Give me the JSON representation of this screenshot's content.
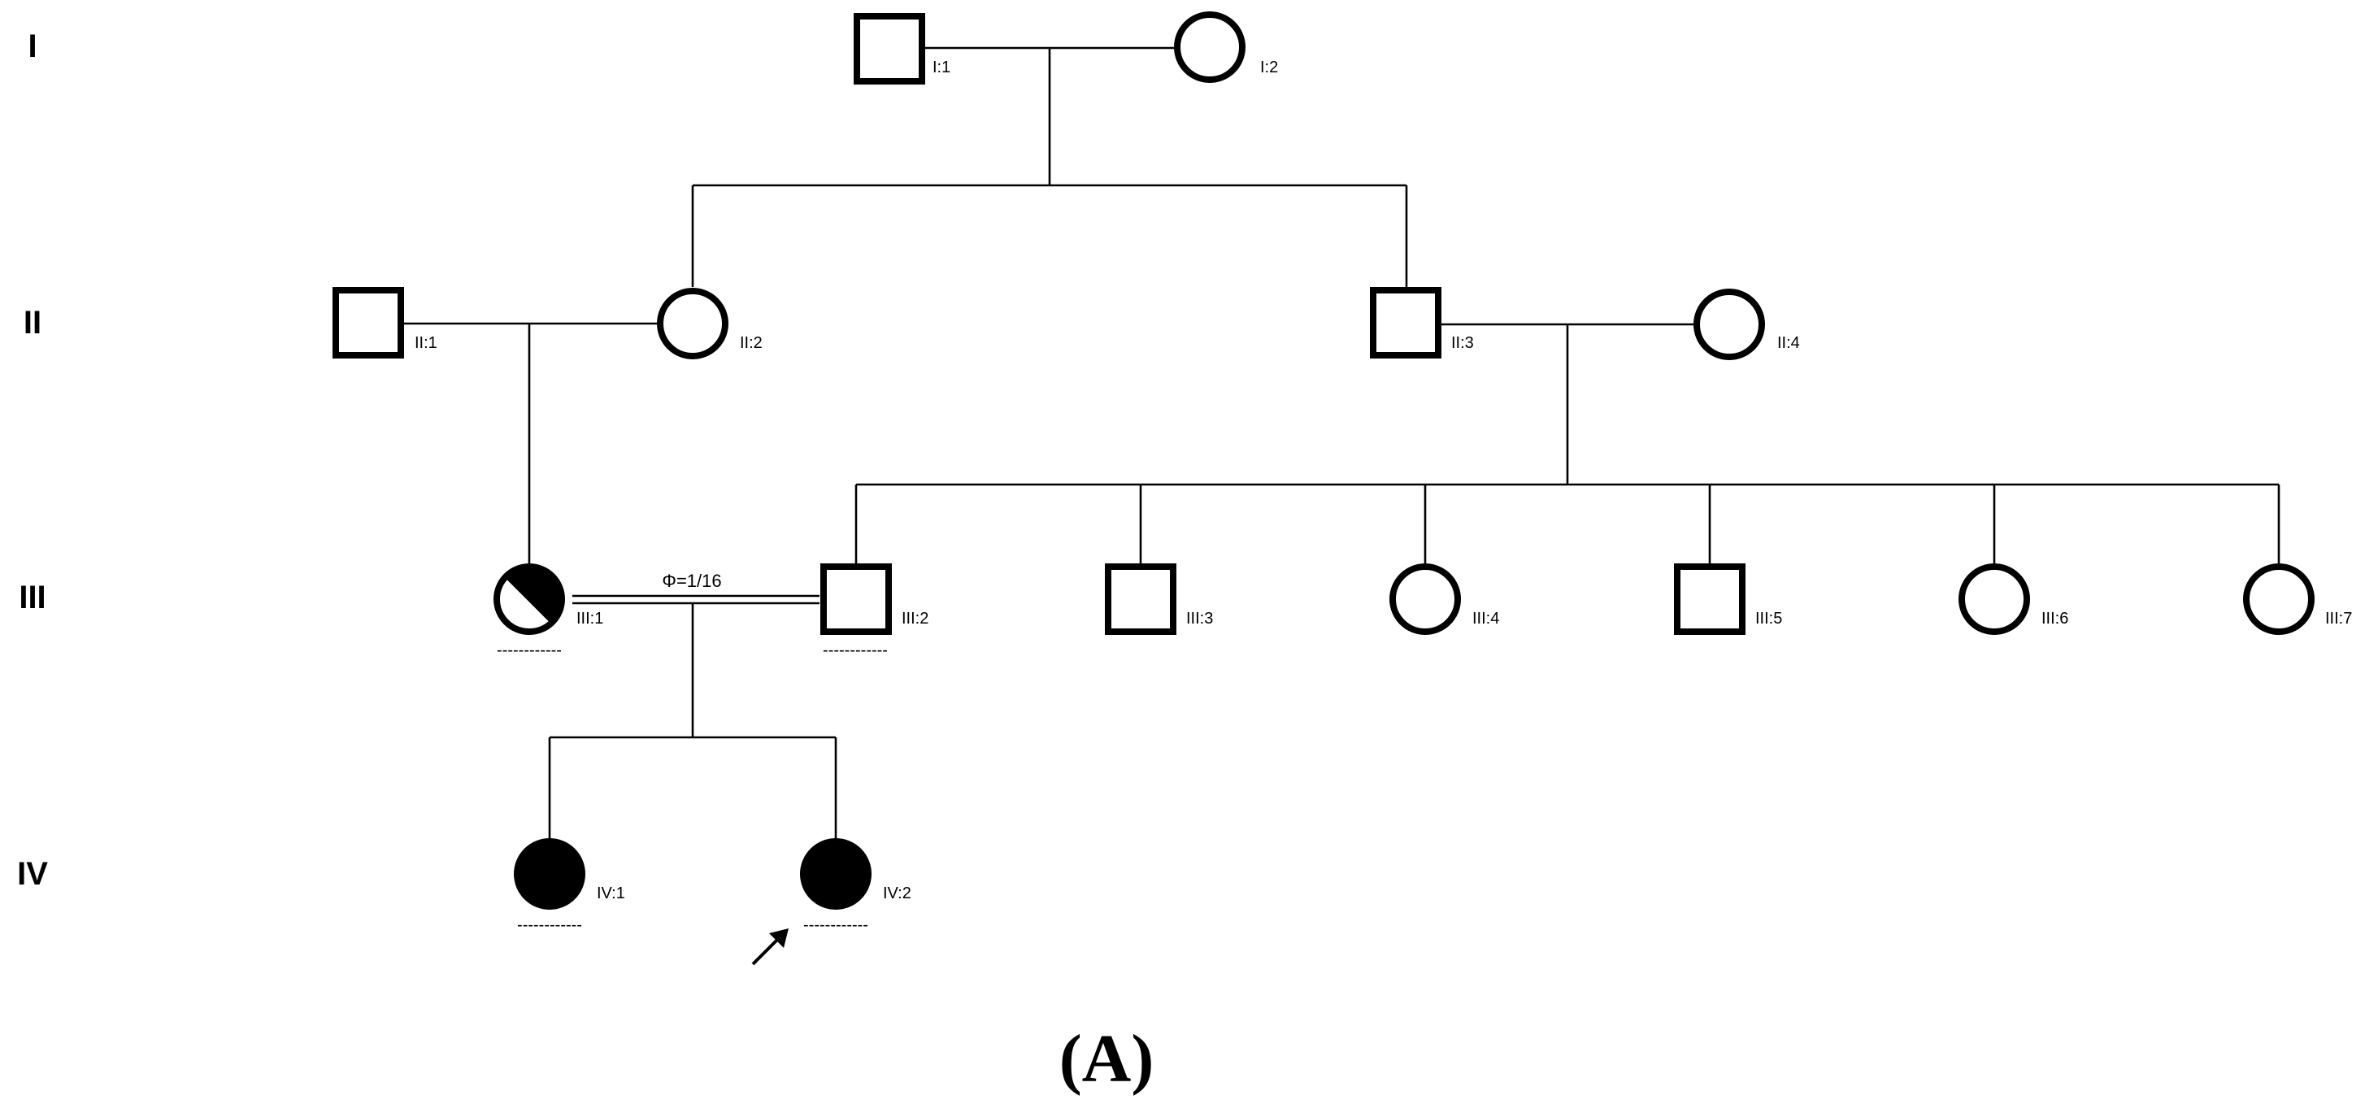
{
  "generations": [
    "I",
    "II",
    "III",
    "IV"
  ],
  "individuals": {
    "I1": {
      "label": "I:1",
      "sex": "male",
      "status": "unaffected"
    },
    "I2": {
      "label": "I:2",
      "sex": "female",
      "status": "unaffected"
    },
    "II1": {
      "label": "II:1",
      "sex": "male",
      "status": "unaffected"
    },
    "II2": {
      "label": "II:2",
      "sex": "female",
      "status": "unaffected"
    },
    "II3": {
      "label": "II:3",
      "sex": "male",
      "status": "unaffected"
    },
    "II4": {
      "label": "II:4",
      "sex": "female",
      "status": "unaffected"
    },
    "III1": {
      "label": "III:1",
      "sex": "female",
      "status": "carrier",
      "underline": "------------"
    },
    "III2": {
      "label": "III:2",
      "sex": "male",
      "status": "unaffected",
      "underline": "------------"
    },
    "III3": {
      "label": "III:3",
      "sex": "male",
      "status": "unaffected"
    },
    "III4": {
      "label": "III:4",
      "sex": "female",
      "status": "unaffected"
    },
    "III5": {
      "label": "III:5",
      "sex": "male",
      "status": "unaffected"
    },
    "III6": {
      "label": "III:6",
      "sex": "female",
      "status": "unaffected"
    },
    "III7": {
      "label": "III:7",
      "sex": "female",
      "status": "unaffected"
    },
    "IV1": {
      "label": "IV:1",
      "sex": "female",
      "status": "affected",
      "underline": "------------"
    },
    "IV2": {
      "label": "IV:2",
      "sex": "female",
      "status": "affected",
      "underline": "------------",
      "proband": true
    }
  },
  "consanguinity": {
    "coefficient": "Φ=1/16"
  },
  "panel_label": "(A)"
}
